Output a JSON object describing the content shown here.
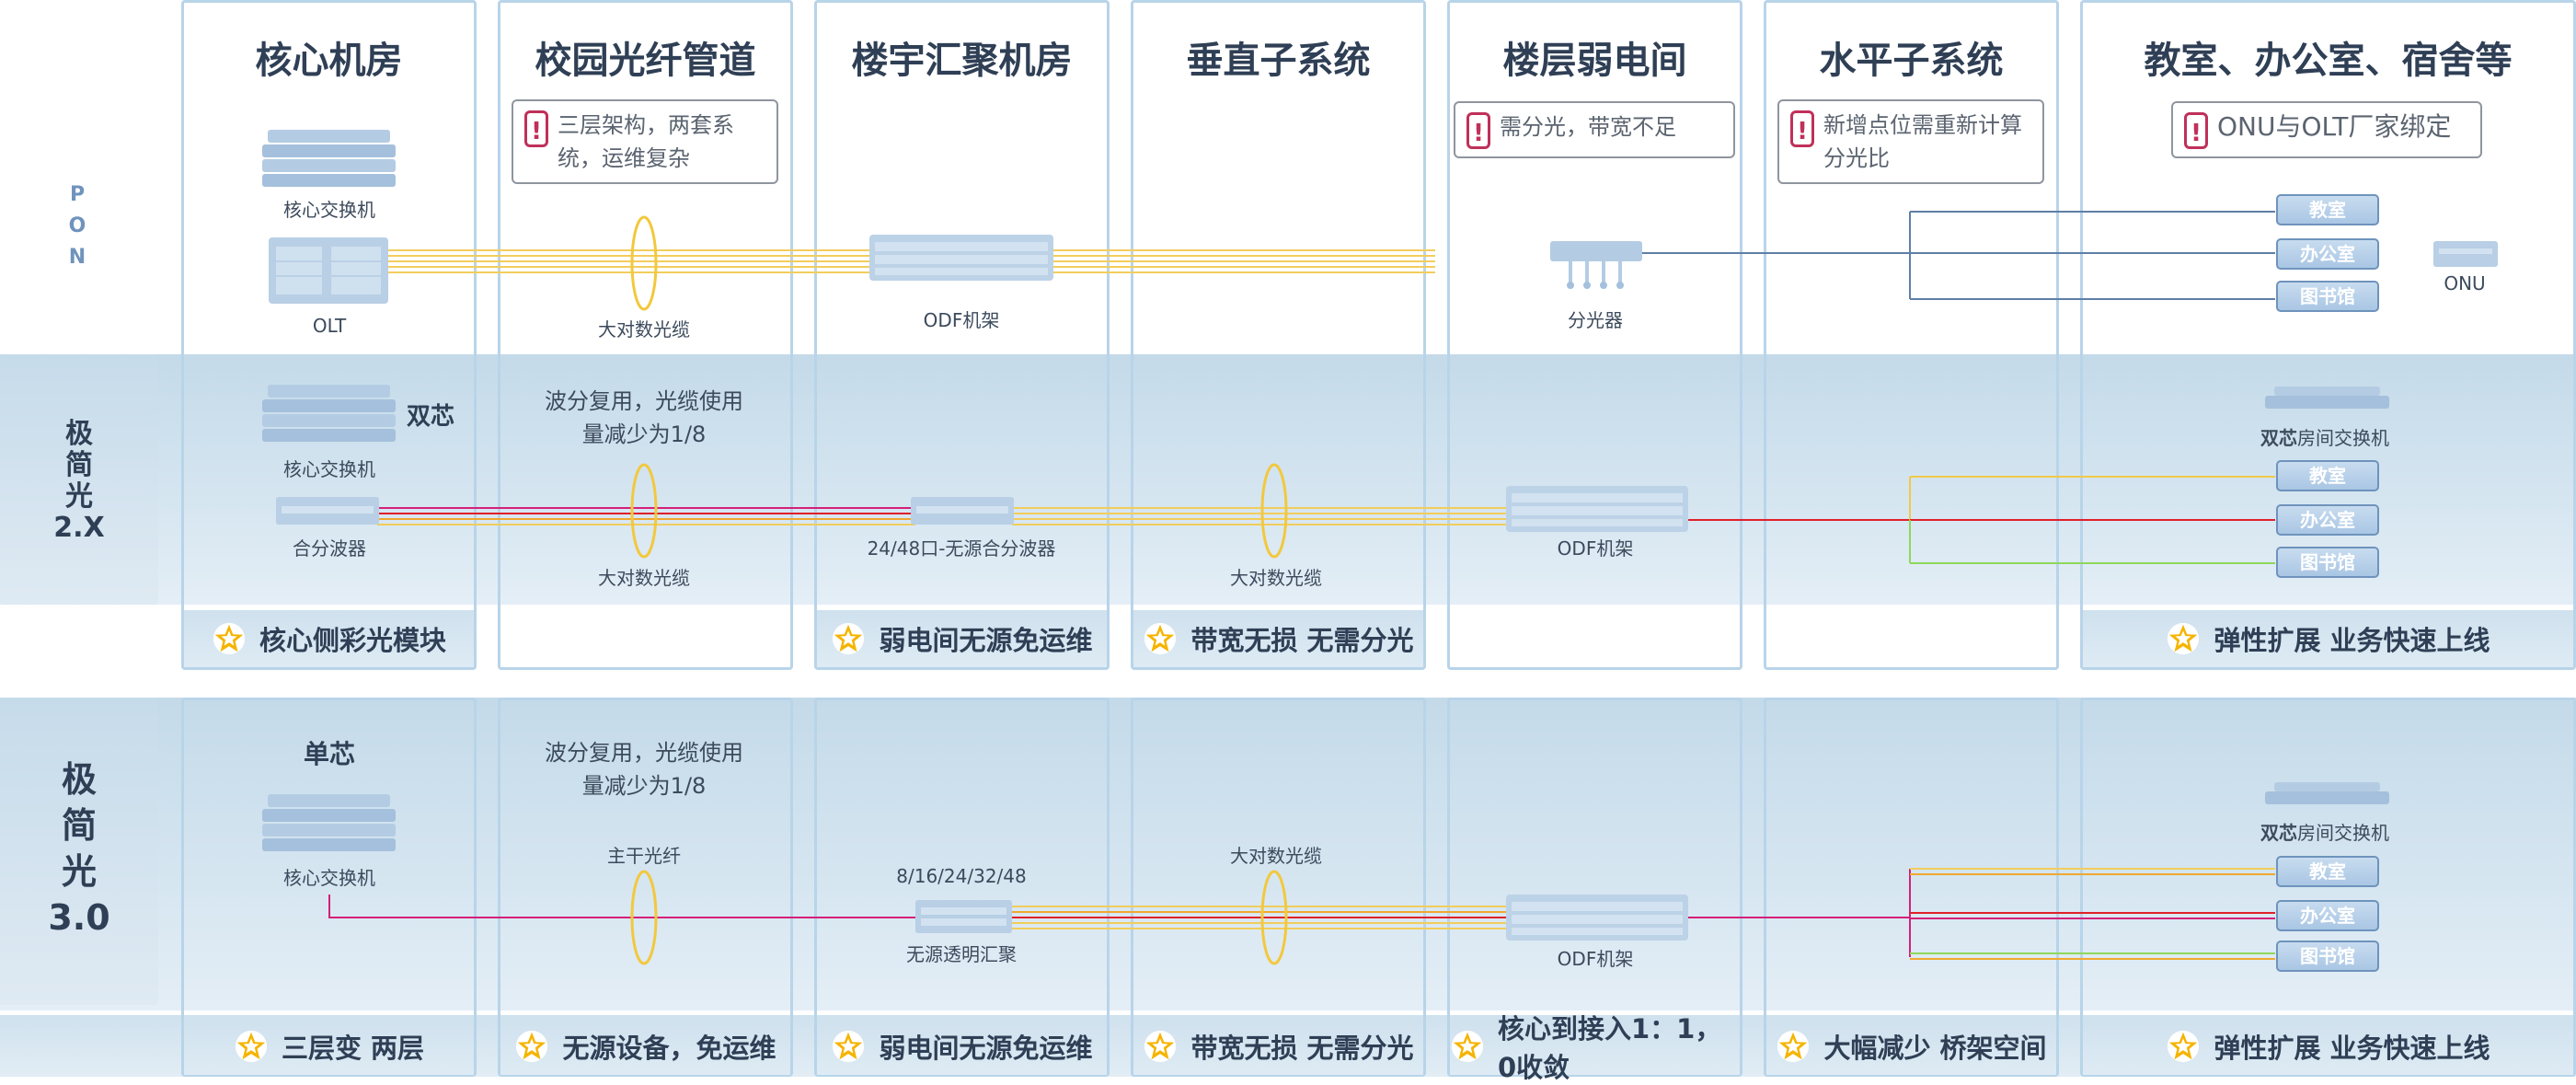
{
  "columns": [
    {
      "title": "核心机房"
    },
    {
      "title": "校园光纤管道"
    },
    {
      "title": "楼宇汇聚机房"
    },
    {
      "title": "垂直子系统"
    },
    {
      "title": "楼层弱电间"
    },
    {
      "title": "水平子系统"
    },
    {
      "title": "教室、办公室、宿舍等"
    }
  ],
  "rows": {
    "pon": {
      "label": "P\nO\nN",
      "warnings": [
        "三层架构，两套系统，运维复杂",
        "需分光，带宽不足",
        "新增点位需重新计算分光比",
        "ONU与OLT厂家绑定"
      ],
      "labels": {
        "core_switch": "核心交换机",
        "olt": "OLT",
        "cable": "大对数光缆",
        "odf": "ODF机架",
        "splitter": "分光器",
        "onu": "ONU"
      },
      "rooms": [
        "教室",
        "办公室",
        "图书馆"
      ]
    },
    "v2": {
      "label": "极\n简\n光\n2.X",
      "dual_core": "双芯",
      "wdm_note": "波分复用，光缆使用\n量减少为1/8",
      "labels": {
        "core_switch": "核心交换机",
        "mux": "合分波器",
        "cable": "大对数光缆",
        "mux48": "24/48口-无源合分波器",
        "cable2": "大对数光缆",
        "odf": "ODF机架",
        "room_switch_bold": "双芯",
        "room_switch": "房间交换机"
      },
      "rooms": [
        "教室",
        "办公室",
        "图书馆"
      ],
      "benefits": [
        "核心侧彩光模块",
        "弱电间无源免运维",
        "带宽无损 无需分光",
        "弹性扩展 业务快速上线"
      ]
    },
    "v3": {
      "label": "极\n简\n光\n3.0",
      "single_core": "单芯",
      "wdm_note": "波分复用，光缆使用\n量减少为1/8",
      "labels": {
        "core_switch": "核心交换机",
        "trunk": "主干光纤",
        "ports": "8/16/24/32/48",
        "passive": "无源透明汇聚",
        "cable": "大对数光缆",
        "odf": "ODF机架",
        "room_switch_bold": "双芯",
        "room_switch": "房间交换机"
      },
      "rooms": [
        "教室",
        "办公室",
        "图书馆"
      ],
      "benefits": [
        "三层变 两层",
        "无源设备，免运维",
        "弱电间无源免运维",
        "带宽无损 无需分光",
        "核心到接入1：1，0收敛",
        "大幅减少 桥架空间",
        "弹性扩展 业务快速上线"
      ]
    }
  },
  "colors": {
    "column_border": "#b8d4e9",
    "band": "#cfe1ee",
    "fiber_yellow": "#f0c94a",
    "fiber_orange": "#f0a830",
    "fiber_red": "#e0202a",
    "fiber_magenta": "#d4207a",
    "fiber_green": "#8ed85a",
    "fiber_blue": "#5e7fa6",
    "warning_red": "#c0305a",
    "star": "#f5b400"
  }
}
